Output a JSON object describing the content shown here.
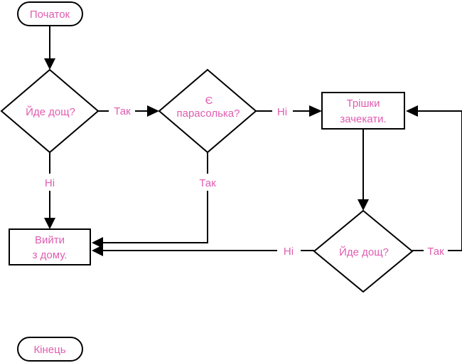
{
  "nodes": {
    "start": "Початок",
    "decision_rain_1": "Йде дощ?",
    "decision_umbrella": {
      "line1": "Є",
      "line2": "парасолька?"
    },
    "process_wait": {
      "line1": "Трішки",
      "line2": "зачекати."
    },
    "decision_rain_2": "Йде дощ?",
    "process_leave": {
      "line1": "Вийти",
      "line2": "з дому."
    },
    "end": "Кінець"
  },
  "edge_labels": {
    "rain1_yes": "Так",
    "rain1_no": "Ні",
    "umbrella_no": "Ні",
    "umbrella_yes": "Так",
    "rain2_no": "Ні",
    "rain2_yes": "Так"
  },
  "colors": {
    "text": "#e05cb0",
    "line": "#000000",
    "background": "#ffffff"
  }
}
